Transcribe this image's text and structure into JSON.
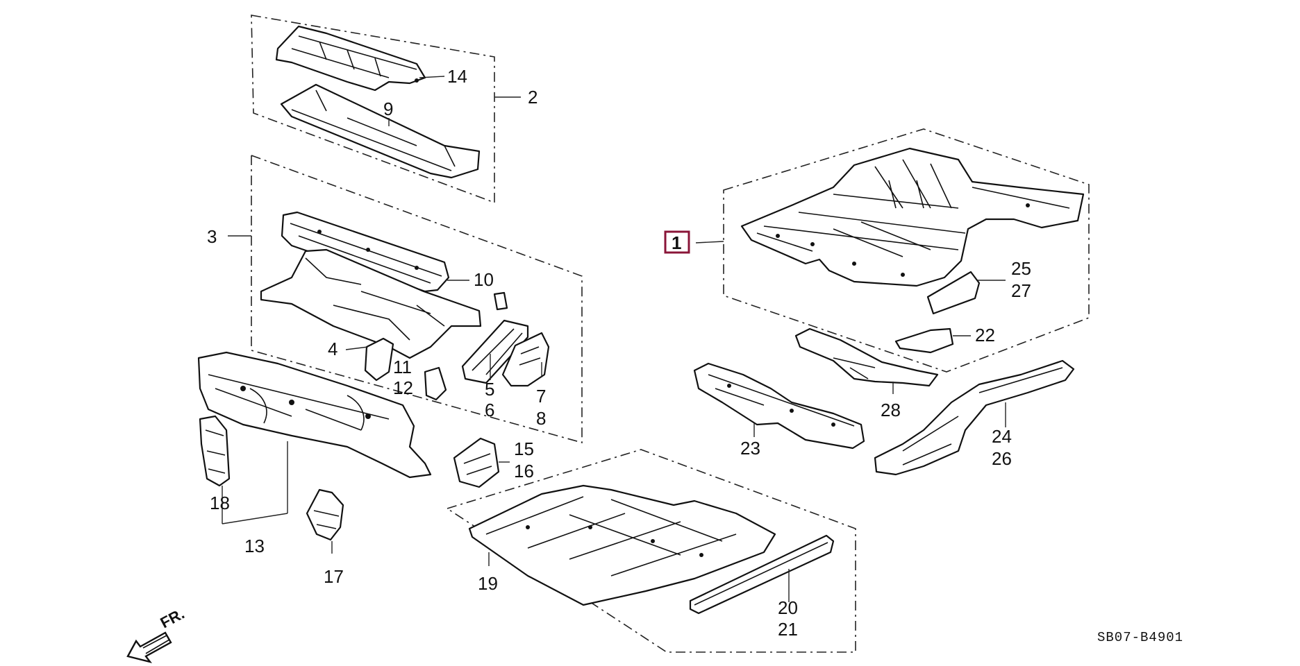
{
  "diagram_code": "SB07-B4901",
  "front_arrow_label": "FR.",
  "callouts": {
    "c1": "1",
    "c2": "2",
    "c3": "3",
    "c4": "4",
    "c5": "5",
    "c6": "6",
    "c7": "7",
    "c8": "8",
    "c9": "9",
    "c10": "10",
    "c11": "11",
    "c12": "12",
    "c13": "13",
    "c14": "14",
    "c15": "15",
    "c16": "16",
    "c17": "17",
    "c18": "18",
    "c19": "19",
    "c20": "20",
    "c21": "21",
    "c22": "22",
    "c23": "23",
    "c24": "24",
    "c25": "25",
    "c26": "26",
    "c27": "27",
    "c28": "28"
  },
  "highlighted_callout": "1",
  "highlight_color": "#8a1538"
}
